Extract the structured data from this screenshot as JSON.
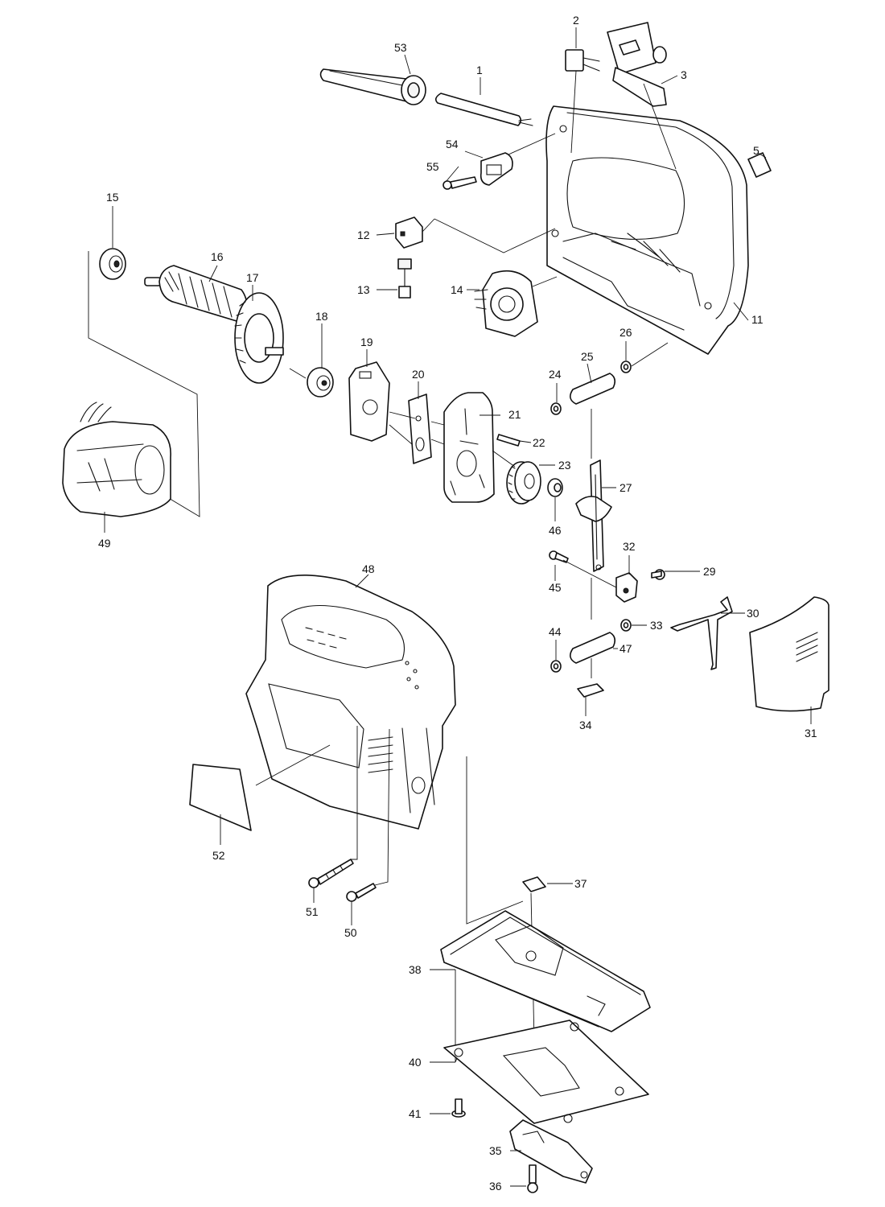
{
  "diagram": {
    "colors": {
      "line": "#111111",
      "background": "#ffffff",
      "shade": "#f4f4f4"
    },
    "callouts": [
      "1",
      "2",
      "3",
      "5",
      "11",
      "12",
      "13",
      "14",
      "15",
      "16",
      "17",
      "18",
      "19",
      "20",
      "21",
      "22",
      "23",
      "24",
      "25",
      "26",
      "27",
      "29",
      "30",
      "31",
      "32",
      "33",
      "34",
      "35",
      "36",
      "37",
      "38",
      "40",
      "41",
      "44",
      "45",
      "46",
      "47",
      "48",
      "49",
      "50",
      "51",
      "52",
      "53",
      "54",
      "55"
    ]
  }
}
